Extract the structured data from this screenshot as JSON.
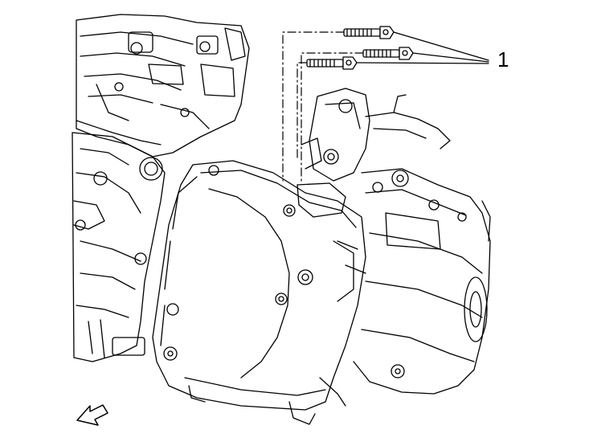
{
  "diagram": {
    "callouts": [
      {
        "label": "1",
        "target": "transmission-to-engine-bolts",
        "count": 3
      }
    ],
    "icons": {
      "direction_arrow": "front-direction-arrow-icon"
    },
    "colors": {
      "line": "#000000",
      "background": "#ffffff"
    }
  }
}
